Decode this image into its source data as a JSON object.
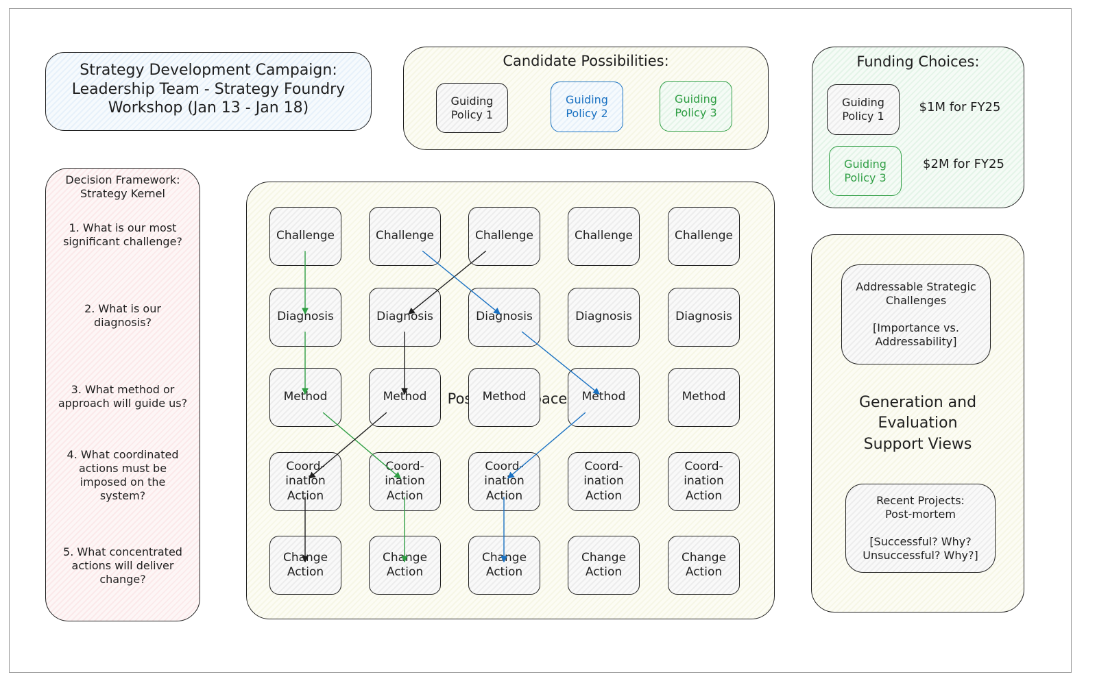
{
  "header": {
    "title": "Strategy Development Campaign:\nLeadership Team - Strategy Foundry\nWorkshop (Jan 13 - Jan 18)"
  },
  "candidates": {
    "title": "Candidate Possibilities:",
    "items": [
      {
        "label": "Guiding\nPolicy 1",
        "color": "#1e1e1e"
      },
      {
        "label": "Guiding\nPolicy 2",
        "color": "#1971c2"
      },
      {
        "label": "Guiding\nPolicy 3",
        "color": "#2f9e44"
      }
    ]
  },
  "funding": {
    "title": "Funding Choices:",
    "items": [
      {
        "policy": "Guiding\nPolicy 1",
        "amount": "$1M for FY25",
        "color": "#1e1e1e"
      },
      {
        "policy": "Guiding\nPolicy 3",
        "amount": "$2M for FY25",
        "color": "#2f9e44"
      }
    ]
  },
  "framework": {
    "title": "Decision Framework:\nStrategy Kernel",
    "questions": [
      "1. What is our most\nsignificant challenge?",
      "2. What is our\ndiagnosis?",
      "3. What method or\napproach will guide us?",
      "4. What coordinated\nactions must be\nimposed on the\nsystem?",
      "5. What concentrated\nactions will deliver\nchange?"
    ]
  },
  "possibility_space": {
    "label": "Possibility Space",
    "rows": [
      "Challenge",
      "Diagnosis",
      "Method",
      "Coord-\nination\nAction",
      "Change\nAction"
    ],
    "column_count": 5
  },
  "support": {
    "title": "Generation and\nEvaluation\nSupport Views",
    "boxes": [
      "Addressable Strategic\nChallenges\n\n[Importance vs.\nAddressability]",
      "Recent Projects:\nPost-mortem\n\n[Successful? Why?\nUnsuccessful? Why?]"
    ]
  },
  "colors": {
    "black": "#1e1e1e",
    "blue": "#1971c2",
    "green": "#2f9e44"
  },
  "paths": [
    {
      "color": "green",
      "nodes": [
        [
          0,
          0
        ],
        [
          1,
          0
        ],
        [
          2,
          0
        ],
        [
          3,
          1
        ],
        [
          4,
          1
        ]
      ]
    },
    {
      "color": "black",
      "nodes": [
        [
          0,
          2
        ],
        [
          1,
          1
        ],
        [
          2,
          1
        ],
        [
          3,
          0
        ],
        [
          4,
          0
        ]
      ]
    },
    {
      "color": "blue",
      "nodes": [
        [
          0,
          1
        ],
        [
          1,
          2
        ],
        [
          2,
          3
        ],
        [
          3,
          2
        ],
        [
          4,
          2
        ]
      ]
    }
  ]
}
